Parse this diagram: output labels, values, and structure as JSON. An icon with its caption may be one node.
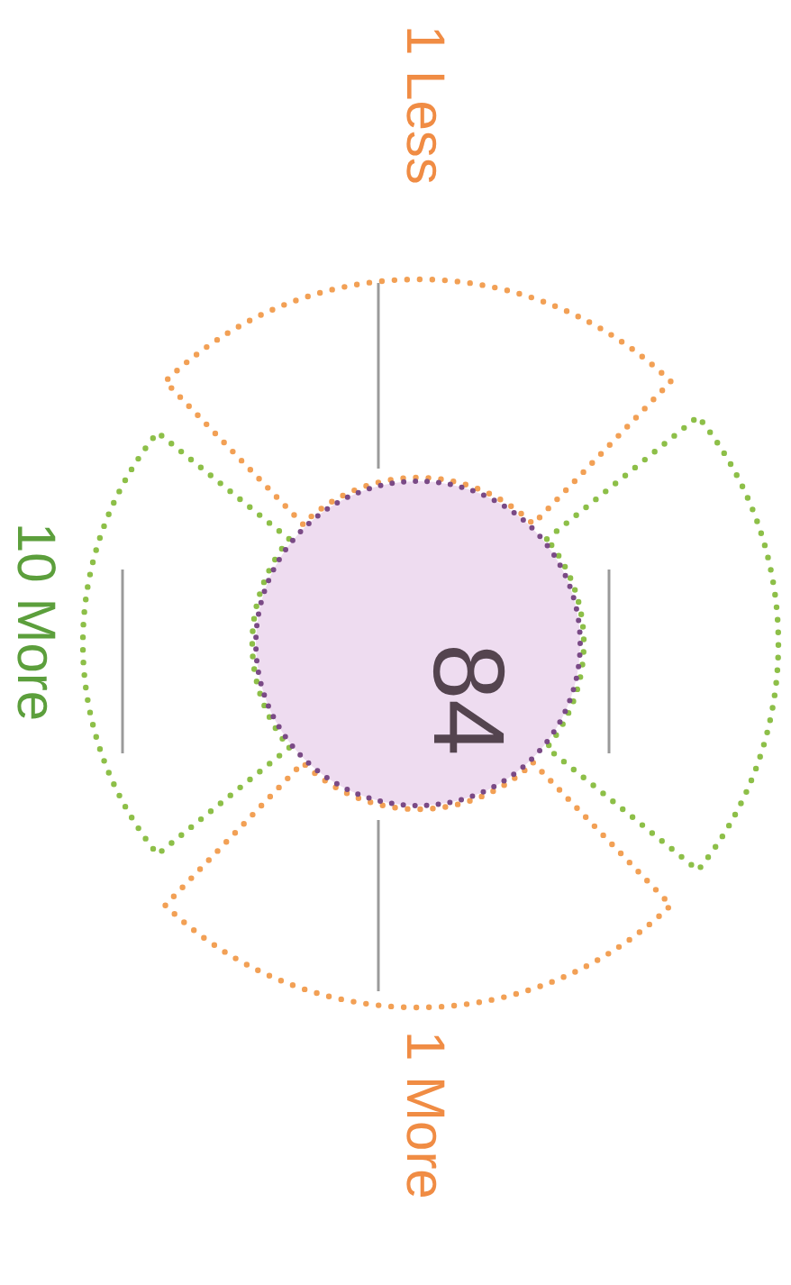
{
  "diagram": {
    "nodes": [
      {
        "text": [
          "1 Less"
        ]
      },
      {
        "text": [
          "10 More"
        ]
      },
      {
        "text": [
          "84"
        ]
      },
      {
        "text": [],
        "shape": "sector"
      },
      {
        "text": [
          "1 More"
        ]
      }
    ]
  }
}
